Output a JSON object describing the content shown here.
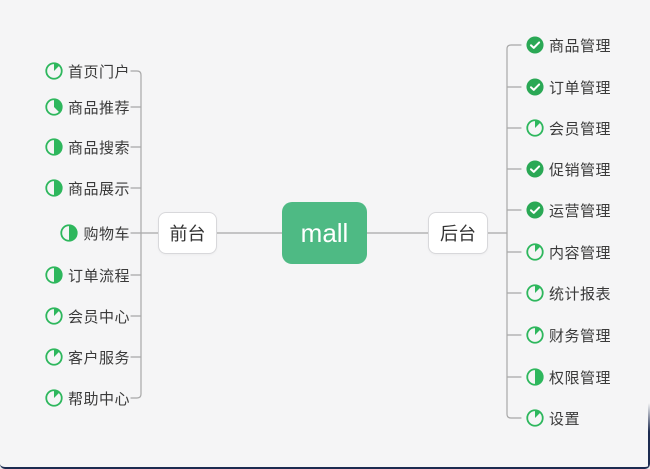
{
  "canvas": {
    "background": "#f5f5f6",
    "line_color": "#a8a8a8",
    "pie_green": "#2eb75d",
    "check_green": "#2aa855",
    "node_green": "#4eba84",
    "edge_color": "#1c2b50"
  },
  "nodes": {
    "central": {
      "label": "mall"
    },
    "front": {
      "label": "前台"
    },
    "back": {
      "label": "后台"
    }
  },
  "front_branch": {
    "items": [
      {
        "label": "首页门户",
        "icon": "progress-eighth"
      },
      {
        "label": "商品推荐",
        "icon": "progress-three-eighths"
      },
      {
        "label": "商品搜索",
        "icon": "progress-half"
      },
      {
        "label": "商品展示",
        "icon": "progress-half"
      },
      {
        "label": "购物车",
        "icon": "progress-half"
      },
      {
        "label": "订单流程",
        "icon": "progress-half"
      },
      {
        "label": "会员中心",
        "icon": "progress-eighth"
      },
      {
        "label": "客户服务",
        "icon": "progress-eighth"
      },
      {
        "label": "帮助中心",
        "icon": "progress-eighth"
      }
    ]
  },
  "back_branch": {
    "items": [
      {
        "label": "商品管理",
        "icon": "done-check"
      },
      {
        "label": "订单管理",
        "icon": "done-check"
      },
      {
        "label": "会员管理",
        "icon": "progress-eighth"
      },
      {
        "label": "促销管理",
        "icon": "done-check"
      },
      {
        "label": "运营管理",
        "icon": "done-check"
      },
      {
        "label": "内容管理",
        "icon": "progress-eighth"
      },
      {
        "label": "统计报表",
        "icon": "progress-eighth"
      },
      {
        "label": "财务管理",
        "icon": "progress-eighth"
      },
      {
        "label": "权限管理",
        "icon": "progress-half"
      },
      {
        "label": "设置",
        "icon": "progress-eighth"
      }
    ]
  }
}
